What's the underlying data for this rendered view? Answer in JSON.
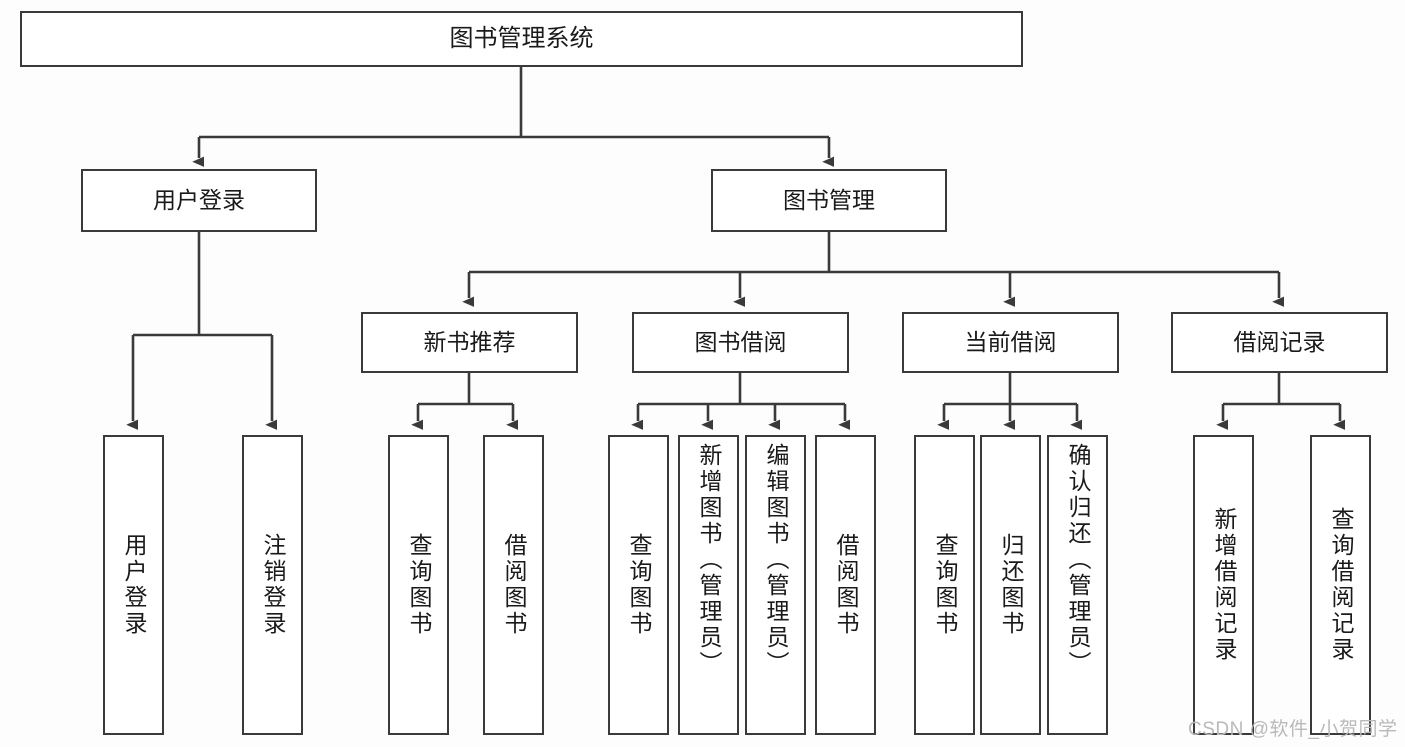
{
  "diagram": {
    "type": "tree-hierarchy-chart",
    "title": "图书管理系统",
    "watermark": "CSDN @软件_小贺同学",
    "colors": {
      "box_border": "#3a3a3a",
      "box_fill": "#ffffff",
      "connector": "#3a3a3a",
      "text": "#1a1a1a",
      "watermark": "#b9b9b9",
      "background": "#fdfdfd"
    },
    "levels": {
      "root": {
        "label": "图书管理系统"
      },
      "level2": [
        {
          "label": "用户登录"
        },
        {
          "label": "图书管理"
        }
      ],
      "level3": [
        {
          "label": "新书推荐"
        },
        {
          "label": "图书借阅"
        },
        {
          "label": "当前借阅"
        },
        {
          "label": "借阅记录"
        }
      ],
      "leaves": {
        "user_login": [
          {
            "label": "用户登录"
          },
          {
            "label": "注销登录"
          }
        ],
        "new_book_recommend": [
          {
            "label": "查询图书"
          },
          {
            "label": "借阅图书"
          }
        ],
        "book_borrow": [
          {
            "label": "查询图书"
          },
          {
            "label": "新增图书（管理员）"
          },
          {
            "label": "编辑图书（管理员）"
          },
          {
            "label": "借阅图书"
          }
        ],
        "current_borrow": [
          {
            "label": "查询图书"
          },
          {
            "label": "归还图书"
          },
          {
            "label": "确认归还（管理员）"
          }
        ],
        "borrow_record": [
          {
            "label": "新增借阅记录"
          },
          {
            "label": "查询借阅记录"
          }
        ]
      }
    }
  }
}
